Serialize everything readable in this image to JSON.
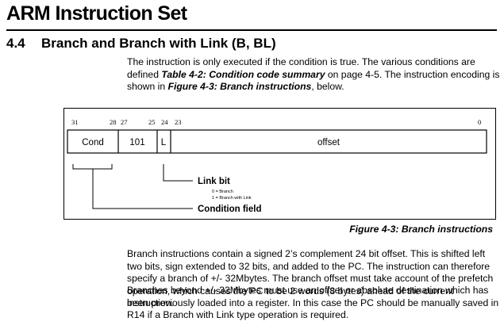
{
  "header": {
    "title": "ARM Instruction Set"
  },
  "section": {
    "number": "4.4",
    "title": "Branch and Branch with Link (B, BL)"
  },
  "intro": {
    "text1": "The instruction is only executed if the condition is true. The various conditions are defined ",
    "ref1": "Table 4-2: Condition code summary",
    "text2": " on page 4-5. The instruction encoding is shown in ",
    "ref2": "Figure 4-3: Branch instructions",
    "text3": ", below."
  },
  "figure": {
    "bit_numbers": [
      "31",
      "28",
      "27",
      "25",
      "24",
      "23",
      "0"
    ],
    "fields": [
      "Cond",
      "101",
      "L",
      "offset"
    ],
    "link_label": "Link bit",
    "link_notes": [
      "0 = Branch",
      "1 = Branch with Link"
    ],
    "condition_label": "Condition field",
    "caption": "Figure 4-3: Branch instructions"
  },
  "body": {
    "paragraph1": "Branch instructions contain a signed 2’s complement 24 bit offset. This is shifted left two bits, sign extended to 32 bits, and added to the PC. The instruction can therefore specify a branch of +/- 32Mbytes. The branch offset must take account of the prefetch operation, which causes the PC to be 2 words (8 bytes) ahead of the current instruction.",
    "paragraph2": "Branches beyond +/- 32Mbytes must use an offset or absolute destination which has been previously loaded into a register. In this case the PC should be manually saved in R14 if a Branch with Link type operation is required."
  }
}
